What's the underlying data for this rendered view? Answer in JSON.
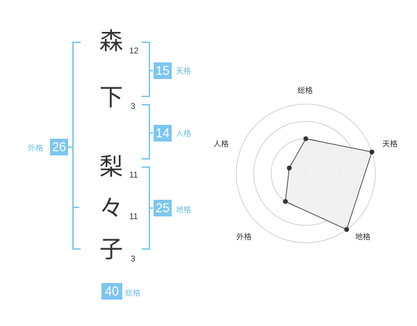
{
  "name_characters": [
    {
      "char": "森",
      "strokes": "12"
    },
    {
      "char": "下",
      "strokes": "3"
    },
    {
      "char": "梨",
      "strokes": "11"
    },
    {
      "char": "々",
      "strokes": "11"
    },
    {
      "char": "子",
      "strokes": "3"
    }
  ],
  "fortune_scores": {
    "tenkaku": {
      "value": "15",
      "label": "天格"
    },
    "jinkaku": {
      "value": "14",
      "label": "人格"
    },
    "chikaku": {
      "value": "25",
      "label": "地格"
    },
    "gaikaku": {
      "value": "26",
      "label": "外格"
    },
    "soukaku": {
      "value": "40",
      "label": "総格"
    }
  },
  "chart_data": {
    "type": "radar",
    "axes": [
      "総格",
      "天格",
      "地格",
      "外格",
      "人格"
    ],
    "values": [
      2,
      4,
      4,
      2,
      1
    ],
    "max": 4,
    "rings": 4,
    "grid": true,
    "fill_color": "#efefef",
    "line_color": "#333333",
    "ring_color": "#cccccc"
  },
  "colors": {
    "accent": "#7cc6f0",
    "accent_text": "#6dbbe8",
    "text": "#333333"
  }
}
